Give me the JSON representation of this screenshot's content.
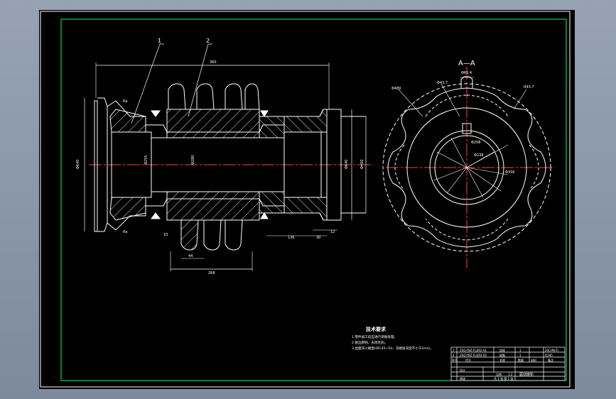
{
  "colors": {
    "frame": "#ffffff",
    "border_inner": "#00ff66",
    "outline": "#ffffff",
    "centerline": "#ff4040",
    "dimension": "#ffffff",
    "hatch": "#ffffff",
    "note_text": "#ffffff",
    "title_block": "#ffffff",
    "leader": "#ffffff",
    "viewport_bg": "#000000"
  },
  "main_view": {
    "part_labels": [
      "1",
      "2"
    ],
    "dims": {
      "overall_width": "360",
      "left_height": "Φ640",
      "right_height": "Φ640",
      "right_outer": "Φ460",
      "bore_left": "Φ255",
      "bore_mid": "Φ280",
      "gear_pitch": "44",
      "gear_total": "268",
      "right_length": "136",
      "right_step": "30",
      "right_small": "12",
      "bottom_small": "10"
    },
    "surface_marks": [
      "Ra",
      "Ra"
    ]
  },
  "section_view": {
    "title": "A—A",
    "dims": {
      "top_width": "Φ60.4",
      "angle_left": "Φ43.7",
      "outer_left": "Φ480",
      "angle_right": "R43.7",
      "pitch": "Φ356",
      "hub": "Φ238",
      "inner": "Φ208"
    }
  },
  "notes": {
    "heading": "技术要求",
    "lines": [
      "1.零件加工前应进行调质处理。",
      "2.锐边倒钝，去除毛刺。",
      "3.齿面淬火硬度HRC45~50，淬硬层深度不小于2mm。"
    ]
  },
  "title_block": {
    "rows": [
      [
        "1",
        "ZSQ-YBZ-FLD02-01",
        "齿轮",
        "1",
        "20CrMnTi",
        ""
      ],
      [
        "2",
        "ZSQ-YBZ-FLD02-02",
        "轮毂",
        "1",
        "Q345",
        ""
      ],
      [
        "序号",
        "代号",
        "名称",
        "数量",
        "材料",
        "备注"
      ]
    ],
    "drawing_name": "驱动链轮",
    "scale_label": "比例",
    "scale_value": "1:2",
    "sheet_label": "共 1 张  第 1 张",
    "designer_label": "设计",
    "checker_label": "审核"
  }
}
